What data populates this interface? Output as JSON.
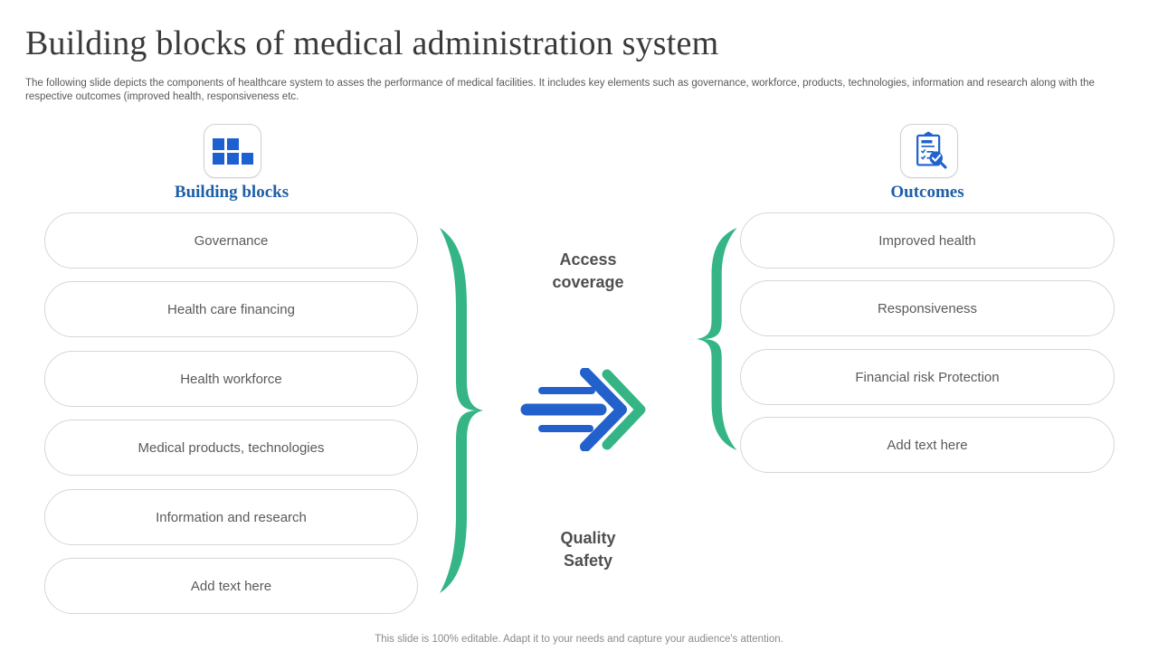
{
  "slide": {
    "title": "Building blocks of medical administration system",
    "subtitle": "The following slide depicts the components of healthcare system to asses the performance of medical facilities. It includes key elements such as governance, workforce, products, technologies, information and research along with the respective outcomes (improved health, responsiveness etc.",
    "footer": "This slide is 100% editable. Adapt it to your needs and capture your audience's attention."
  },
  "left_column": {
    "icon": "blocks-grid-icon",
    "label": "Building blocks",
    "items": [
      "Governance",
      "Health care financing",
      "Health workforce",
      "Medical products, technologies",
      "Information and research",
      "Add text here"
    ]
  },
  "right_column": {
    "icon": "clipboard-check-magnifier-icon",
    "label": "Outcomes",
    "items": [
      "Improved health",
      "Responsiveness",
      "Financial risk Protection",
      "Add text here"
    ]
  },
  "center": {
    "arrow_icon": "double-chevron-arrow-icon",
    "top_label_line1": "Access",
    "top_label_line2": "coverage",
    "bottom_label_line1": "Quality",
    "bottom_label_line2": "Safety"
  },
  "colors": {
    "accent_blue": "#2062CE",
    "accent_green": "#35B586",
    "heading_blue": "#1E5FA8",
    "title_gray": "#3A3A3A",
    "body_gray": "#595959",
    "pill_border": "#D6D6D6"
  }
}
